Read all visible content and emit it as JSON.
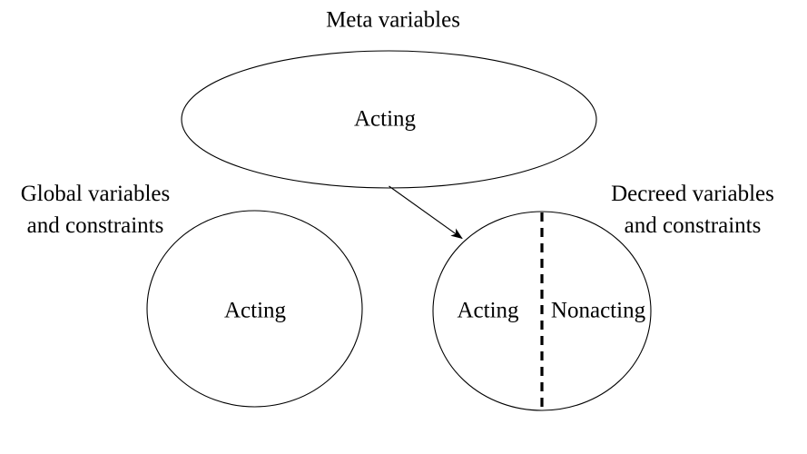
{
  "canvas": {
    "background_color": "#ffffff",
    "stroke_color": "#000000",
    "text_color": "#000000"
  },
  "meta": {
    "title": "Meta variables",
    "region_label": "Acting"
  },
  "global": {
    "title_line1": "Global variables",
    "title_line2": "and constraints",
    "region_label": "Acting"
  },
  "decreed": {
    "title_line1": "Decreed variables",
    "title_line2": "and constraints",
    "acting_label": "Acting",
    "nonacting_label": "Nonacting"
  }
}
